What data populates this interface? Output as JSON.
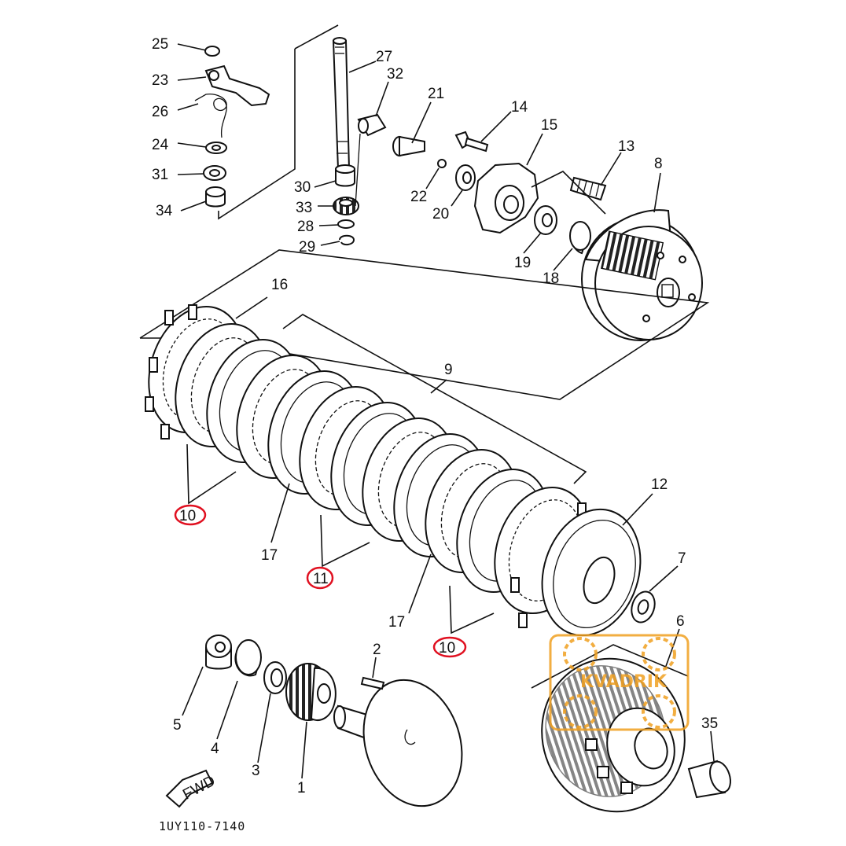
{
  "diagram": {
    "code": "1UY110-7140",
    "fwd_label": "FWD",
    "watermark": "KVADRIK",
    "accent_color": "#e01020",
    "watermark_color": "#f0a020",
    "labels": {
      "p25": "25",
      "p23": "23",
      "p26": "26",
      "p24": "24",
      "p31": "31",
      "p34": "34",
      "p27": "27",
      "p32": "32",
      "p21": "21",
      "p14": "14",
      "p15": "15",
      "p13": "13",
      "p8": "8",
      "p30": "30",
      "p33": "33",
      "p28": "28",
      "p29": "29",
      "p22": "22",
      "p20": "20",
      "p19": "19",
      "p18": "18",
      "p16": "16",
      "p9": "9",
      "p12": "12",
      "p10a": "10",
      "p17a": "17",
      "p11": "11",
      "p17b": "17",
      "p10b": "10",
      "p7": "7",
      "p6": "6",
      "p2": "2",
      "p5": "5",
      "p4": "4",
      "p3": "3",
      "p1": "1",
      "p35": "35"
    },
    "highlighted": [
      "10",
      "11",
      "10"
    ]
  }
}
